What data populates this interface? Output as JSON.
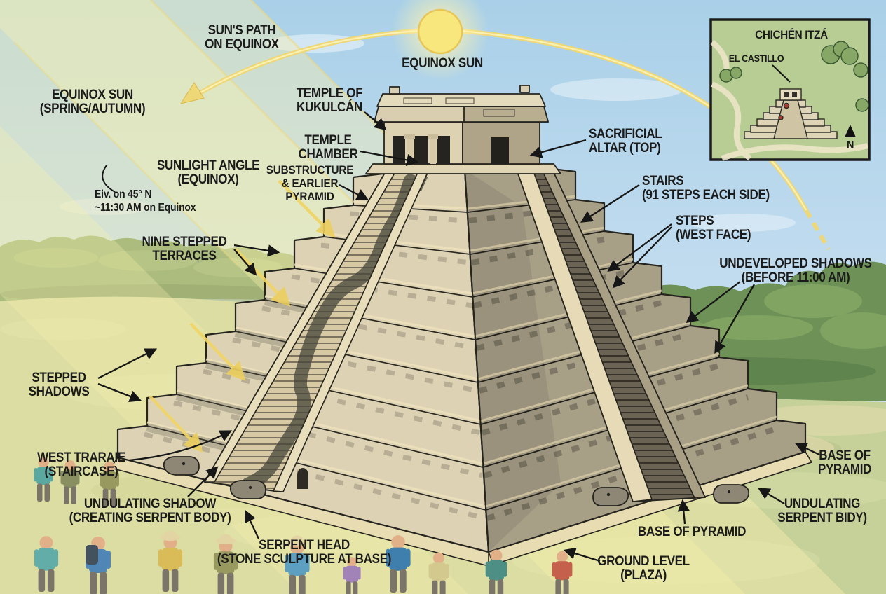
{
  "ann": {
    "suns_path": [
      "SUN'S PATH",
      "ON EQUINOX"
    ],
    "equinox_sun": [
      "EQUINOX SUN"
    ],
    "equinox_sun_season": [
      "EQUINOX SUN",
      "(SPRING/AUTUMN)"
    ],
    "temple_kukulcan": [
      "TEMPLE OF",
      "KUKULCÁN"
    ],
    "temple_chamber": [
      "TEMPLE",
      "CHAMBER"
    ],
    "substructure": [
      "SUBSTRUCTURE",
      "& EARLIER",
      "PYRAMID"
    ],
    "sacrificial_altar": [
      "SACRIFICIAL",
      "ALTAR (TOP)"
    ],
    "sunlight_angle": [
      "SUNLIGHT ANGLE",
      "(EQUINOX)"
    ],
    "elevation_note": [
      "Eiv. on 45° N",
      "~11:30 AM on Equinox"
    ],
    "nine_terraces": [
      "NINE STEPPED",
      "TERRACES"
    ],
    "stairs": [
      "STAIRS",
      "(91 STEPS EACH SIDE)"
    ],
    "steps_west": [
      "STEPS",
      "(WEST FACE)"
    ],
    "undeveloped_shadows": [
      "UNDEVELOPED SHADOWS",
      "(BEFORE 11:00 AM)"
    ],
    "stepped_shadows": [
      "STEPPED",
      "SHADOWS"
    ],
    "west_staircase": [
      "WEST TRARAIE",
      "(STAIRCASE)"
    ],
    "undulating_shadow": [
      "UNDULATING SHADOW",
      "(CREATING SERPENT BODY)"
    ],
    "serpent_head": [
      "SERPENT HEAD",
      "(STONE SCULPTURE AT BASE)"
    ],
    "base_of_pyramid_right": [
      "BASE OF",
      "PYRAMID"
    ],
    "undulating_serpent_body": [
      "UNDULATING",
      "SERPENT BIDY)"
    ],
    "base_of_pyramid": [
      "BASE OF PYRAMID"
    ],
    "ground_level": [
      "GROUND LEVEL",
      "(PLAZA)"
    ]
  },
  "inset": {
    "title": "CHICHÉN ITZÁ",
    "subtitle": "EL CASTILLO",
    "compass": "N"
  },
  "colors": {
    "label_text": "#1b1b1b",
    "sun": "#f8e77c",
    "sun_beam": "#f7efad",
    "arc": "#eed776",
    "sky_top": "#a9d0e8",
    "stone_lit": "#ddd3b4",
    "stone_shade": "#8f8875",
    "serpent_shadow": "#46443a",
    "grass": "#c6d099",
    "jungle": "#6d9156",
    "inset_bg": "#b7cd94"
  }
}
